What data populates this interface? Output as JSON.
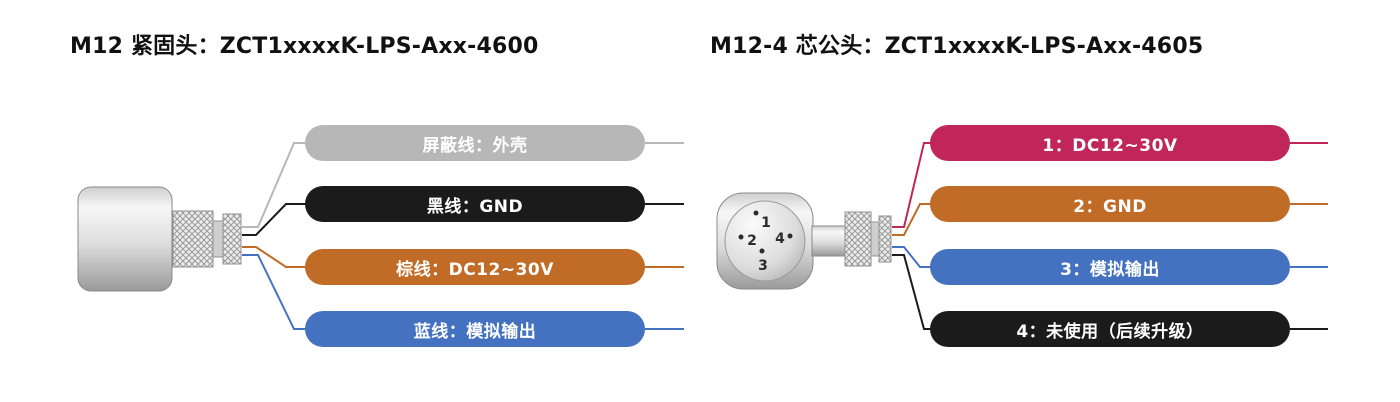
{
  "left_panel": {
    "title": "M12 紧固头：ZCT1xxxxK-LPS-Axx-4600",
    "wires": [
      {
        "label": "屏蔽线：外壳",
        "color": "#b7b7b7"
      },
      {
        "label": "黑线：GND",
        "color": "#1b1b1b"
      },
      {
        "label": "棕线：DC12~30V",
        "color": "#c06b26"
      },
      {
        "label": "蓝线：模拟输出",
        "color": "#4472c0"
      }
    ]
  },
  "right_panel": {
    "title": "M12-4 芯公头：ZCT1xxxxK-LPS-Axx-4605",
    "pins": [
      "1",
      "2",
      "4",
      "3"
    ],
    "wires": [
      {
        "label": "1：DC12~30V",
        "color": "#c1265a"
      },
      {
        "label": "2：GND",
        "color": "#c06b26"
      },
      {
        "label": "3：模拟输出",
        "color": "#4472c0"
      },
      {
        "label": "4：未使用（后续升级）",
        "color": "#1b1b1b"
      }
    ]
  }
}
